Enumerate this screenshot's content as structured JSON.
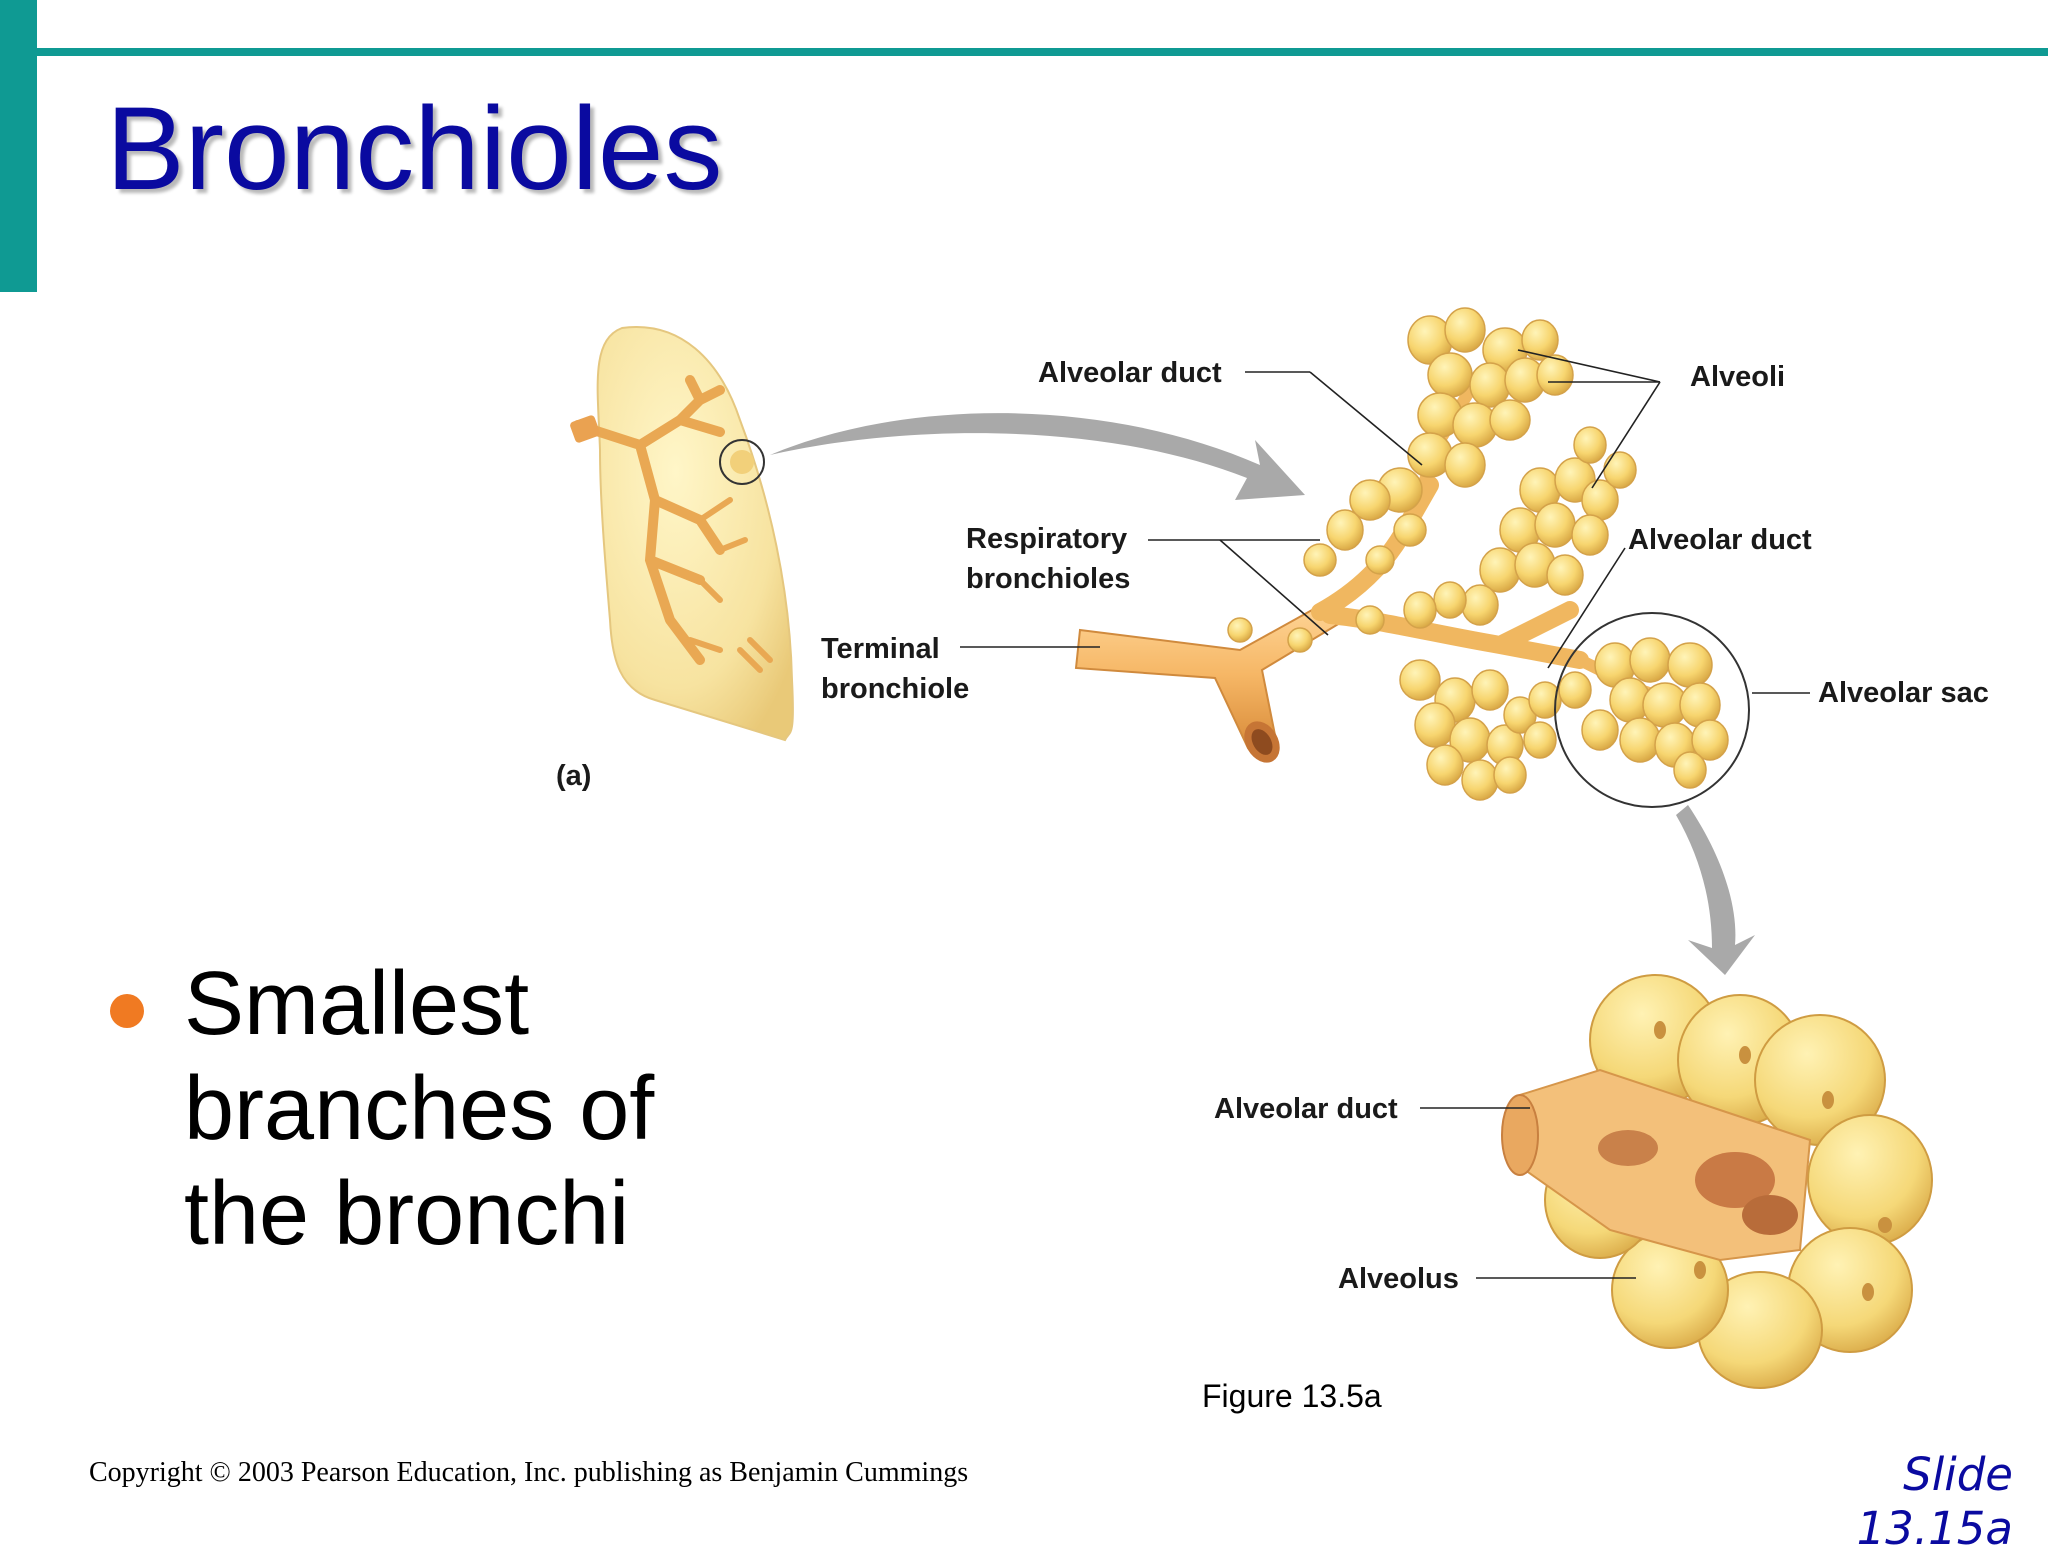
{
  "slide": {
    "title": "Bronchioles",
    "bullet": "Smallest branches of the bronchi",
    "figure_caption": "Figure 13.5a",
    "copyright": "Copyright © 2003 Pearson Education, Inc. publishing as Benjamin Cummings",
    "slide_number": "Slide 13.15a"
  },
  "colors": {
    "accent": "#0f9a93",
    "title": "#0a0aa0",
    "bullet": "#f07a22"
  },
  "diagram": {
    "panel_label": "(a)",
    "labels": {
      "alveolar_duct_top": "Alveolar duct",
      "alveoli": "Alveoli",
      "respiratory_bronchioles_1": "Respiratory",
      "respiratory_bronchioles_2": "bronchioles",
      "alveolar_duct_mid": "Alveolar duct",
      "terminal_bronchiole_1": "Terminal",
      "terminal_bronchiole_2": "bronchiole",
      "alveolar_sac": "Alveolar sac",
      "alveolar_duct_bottom": "Alveolar duct",
      "alveolus": "Alveolus"
    }
  }
}
